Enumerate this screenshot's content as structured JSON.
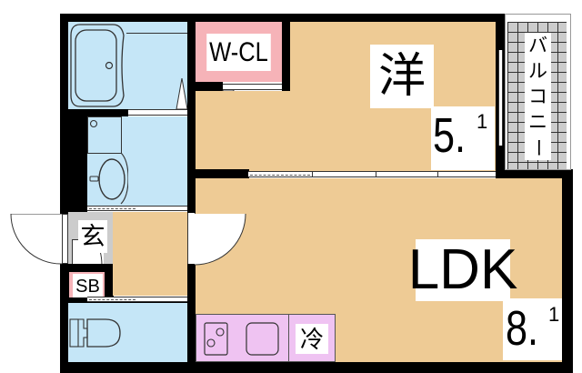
{
  "floor_plan": {
    "rooms": {
      "western_room": {
        "kanji": "洋",
        "size_main": "5.",
        "size_decimal": "1"
      },
      "ldk": {
        "label": "LDK",
        "size_main": "8.",
        "size_decimal": "1"
      },
      "walk_in_closet": {
        "label": "W-CL"
      },
      "balcony": {
        "label_chars": [
          "バ",
          "ル",
          "コ",
          "ニ",
          "ー"
        ]
      },
      "entrance": {
        "kanji": "玄"
      },
      "shoe_box": {
        "label": "SB"
      },
      "refrigerator": {
        "kanji": "冷"
      }
    },
    "colors": {
      "wet_area": "#c5e6f7",
      "flooring": "#eecb95",
      "closet": "#f6b3b8",
      "kitchen": "#efc3f2",
      "balcony": "#cccccc",
      "wall": "#000000"
    }
  }
}
